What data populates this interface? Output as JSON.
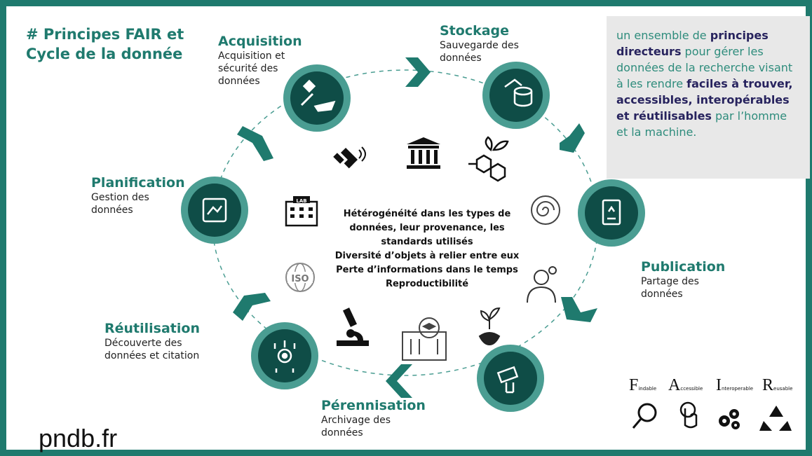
{
  "title_lines": [
    "# Principes FAIR et",
    "Cycle de la donnée"
  ],
  "stages": {
    "acquisition": {
      "title": "Acquisition",
      "desc": [
        "Acquisition et",
        "sécurité des",
        "données"
      ]
    },
    "stockage": {
      "title": "Stockage",
      "desc": [
        "Sauvegarde des",
        "données"
      ]
    },
    "publication": {
      "title": "Publication",
      "desc": [
        "Partage des",
        "données"
      ]
    },
    "perennisation": {
      "title": "Pérennisation",
      "desc": [
        "Archivage des",
        "données"
      ]
    },
    "reutilisation": {
      "title": "Réutilisation",
      "desc": [
        "Découverte des",
        "données et citation"
      ]
    },
    "planification": {
      "title": "Planification",
      "desc": [
        "Gestion des",
        "données"
      ]
    }
  },
  "center_lines": [
    "Hétérogénéité dans les types de",
    "données, leur provenance, les",
    "standards utilisés",
    "Diversité d’objets à relier entre eux",
    "Perte d’informations dans le temps",
    "Reproductibilité"
  ],
  "infobox": {
    "t1": "un ensemble de ",
    "b1": "principes directeurs",
    "t2": " pour gérer les données de la recherche visant à les rendre ",
    "b2": "faciles à trouver, accessibles, interopérables et réutilisables",
    "t3": " par l’homme et la machine."
  },
  "fair": [
    {
      "letter": "F",
      "rest": "indable",
      "icon": "magnifier-icon"
    },
    {
      "letter": "A",
      "rest": "ccessible",
      "icon": "pointing-hand-icon"
    },
    {
      "letter": "I",
      "rest": "nteroperable",
      "icon": "gears-icon"
    },
    {
      "letter": "R",
      "rest": "eusable",
      "icon": "recycle-icon"
    }
  ],
  "center_icons": {
    "lab": "LAB",
    "iso": "ISO"
  },
  "site": "pndb.fr",
  "colors": {
    "teal": "#1f7a6e",
    "dark_teal": "#0f4d47",
    "light_teal": "#4a9d92",
    "navy": "#27235e",
    "infobox_bg": "#e8e8e8"
  }
}
